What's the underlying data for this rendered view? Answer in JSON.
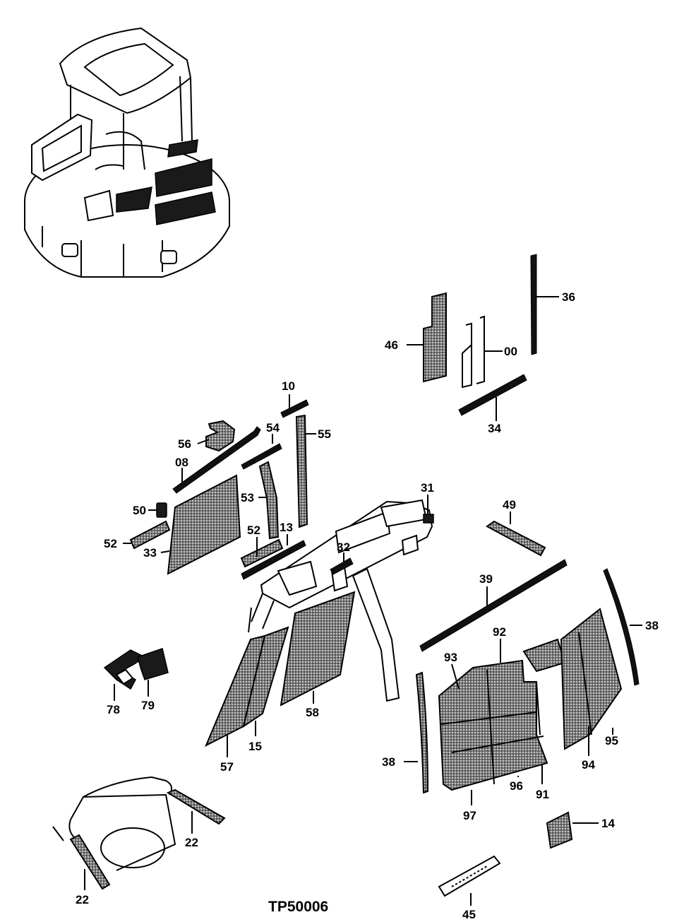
{
  "caption": "TP50006",
  "callouts": {
    "c36": "36",
    "c46": "46",
    "c00": "00",
    "c34": "34",
    "c10": "10",
    "c54": "54",
    "c55": "55",
    "c56": "56",
    "c08": "08",
    "c50": "50",
    "c53": "53",
    "c52a": "52",
    "c52b": "52",
    "c13": "13",
    "c33": "33",
    "c31": "31",
    "c32": "32",
    "c49": "49",
    "c39": "39",
    "c38a": "38",
    "c38b": "38",
    "c92": "92",
    "c93": "93",
    "c94": "94",
    "c95": "95",
    "c91": "91",
    "c96": "96",
    "c97": "97",
    "c14": "14",
    "c45": "45",
    "c78": "78",
    "c79": "79",
    "c57": "57",
    "c15": "15",
    "c58": "58",
    "c22a": "22",
    "c22b": "22"
  }
}
